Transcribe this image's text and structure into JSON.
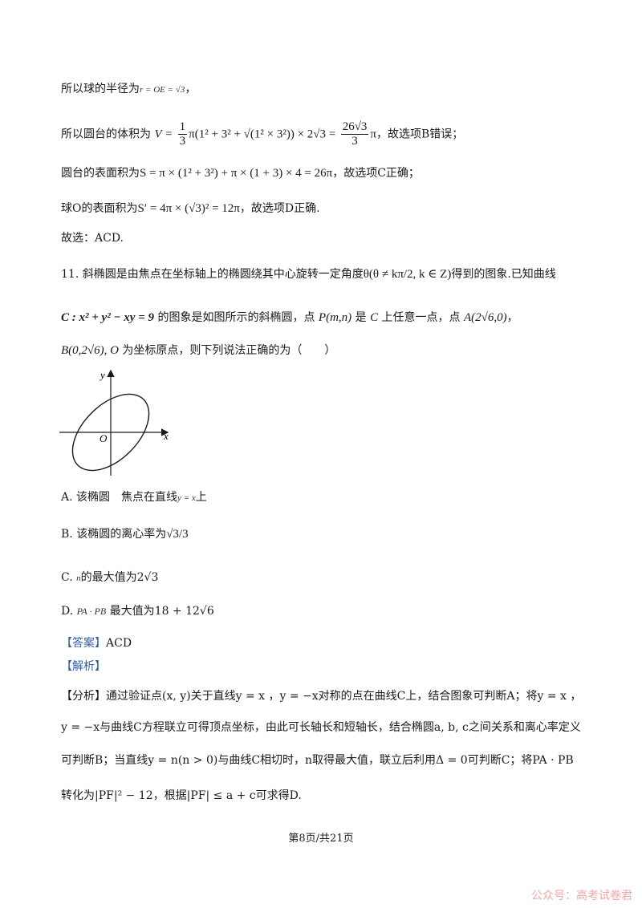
{
  "sol10": {
    "l1_text": "所以球的半径为",
    "l1_math": "r = OE = √3",
    "l1_end": "，",
    "l2_text": "所以圆台的体积为",
    "l2_vol": "V =",
    "l2_f1n": "1",
    "l2_f1d": "3",
    "l2_body": "π(1² + 3² + √(1² × 3²)) × 2√3 =",
    "l2_f2n": "26√3",
    "l2_f2d": "3",
    "l2_pi": "π",
    "l2_end": "，故选项B错误；",
    "l3_text": "圆台的表面积为",
    "l3_math": "S = π × (1² + 3²) + π × (1 + 3) × 4 = 26π",
    "l3_end": "，故选项C正确；",
    "l4_text": "球O的表面积为",
    "l4_math": "S′ = 4π × (√3)² = 12π",
    "l4_end": "，故选项D正确.",
    "l5": "故选：ACD."
  },
  "q11": {
    "l1_a": "11. 斜椭圆是由焦点在坐标轴上的椭圆绕其中心旋转一定角度",
    "l1_math": "θ(θ ≠ kπ/2, k ∈ Z)",
    "l1_b": "得到的图象.已知曲线",
    "l2_math1": "C : x² + y² − xy = 9",
    "l2_a": "的图象是如图所示的斜椭圆，点",
    "l2_math2": "P(m,n)",
    "l2_b": "是",
    "l2_c_letter": "C",
    "l2_c": "上任意一点，点",
    "l2_math3": "A(2√6,0)",
    "l2_end": "，",
    "l3_math": "B(0,2√6), O",
    "l3_text": "为坐标原点，则下列说法正确的为（　　）",
    "figure": {
      "x_label": "x",
      "y_label": "y",
      "o_label": "O"
    },
    "options": [
      {
        "label": "A.",
        "pre": "该椭圆　焦点在直线",
        "math": "y = x",
        "post": "上"
      },
      {
        "label": "B.",
        "pre": "该椭圆的离心率为",
        "math": "√3/3",
        "post": ""
      },
      {
        "label": "C.",
        "pre": "",
        "math": "n",
        "post": "的最大值为2√3"
      },
      {
        "label": "D.",
        "pre": "",
        "math": "PA · PB",
        "post": "最大值为18 + 12√6"
      }
    ]
  },
  "answer": {
    "tag": "【答案】",
    "text": "ACD",
    "jiexi": "【解析】"
  },
  "analysis": {
    "tag": "【分析】",
    "l1": "通过验证点(x, y)关于直线y = x ，y = −x对称的点在曲线C上，结合图象可判断A；将y = x ，",
    "l2": "y = −x与曲线C方程联立可得顶点坐标，由此可长轴长和短轴长，结合椭圆a, b, c之间关系和离心率定义",
    "l3": "可判断B；当直线y = n(n > 0)与曲线C相切时，n取得最大值，联立后利用Δ = 0可判断C；将PA · PB",
    "l4": "转化为|PF|² − 12，根据|PF| ≤ a + c可求得D."
  },
  "footer": "第8页/共21页",
  "watermark": "公众号：高考试卷君"
}
